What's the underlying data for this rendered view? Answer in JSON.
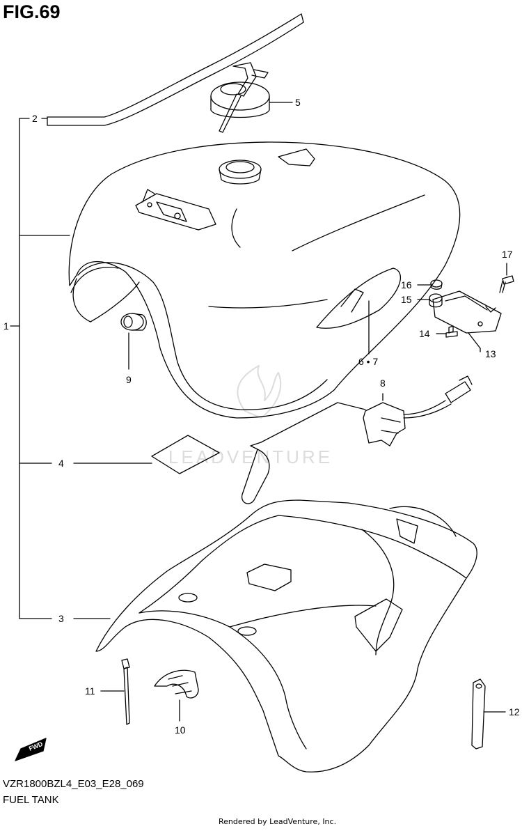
{
  "figure": {
    "title": "FIG.69",
    "code": "VZR1800BZL4_E03_E28_069",
    "name": "FUEL TANK",
    "credit": "Rendered by LeadVenture, Inc.",
    "watermark": "LEADVENTURE",
    "fwd_badge": "FWD"
  },
  "callouts": [
    "1",
    "2",
    "3",
    "4",
    "5",
    "6 • 7",
    "8",
    "9",
    "10",
    "11",
    "12",
    "13",
    "14",
    "15",
    "16",
    "17"
  ],
  "colors": {
    "line": "#000000",
    "background": "#ffffff",
    "watermark": "#d9d9d9"
  }
}
